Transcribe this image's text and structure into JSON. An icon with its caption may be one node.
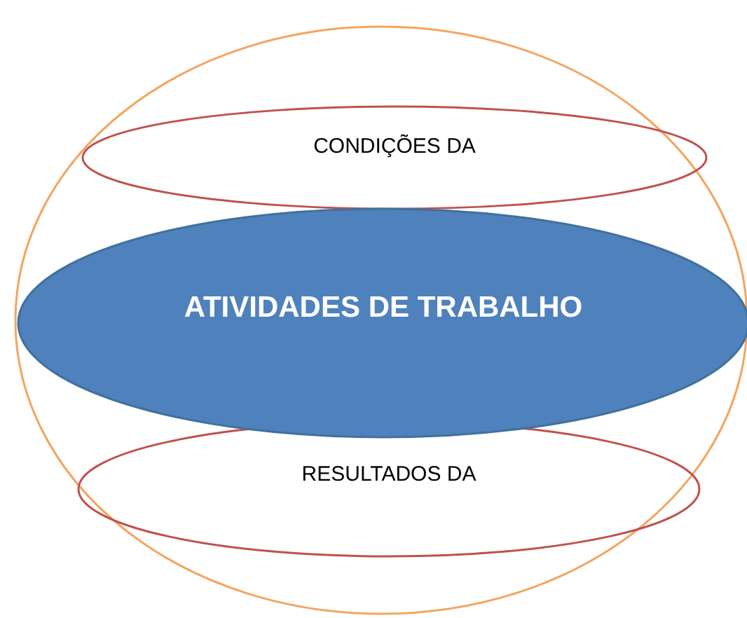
{
  "diagram": {
    "nodes": [
      {
        "text": [],
        "shape": "circle"
      },
      {
        "text": [
          "CONDIÇÕES DA"
        ],
        "in": 0
      },
      {
        "text": [
          "RESULTADOS DA"
        ],
        "in": 0
      },
      {
        "text": [
          "ATIVIDADES DE TRABALHO"
        ],
        "in": 0
      }
    ]
  }
}
